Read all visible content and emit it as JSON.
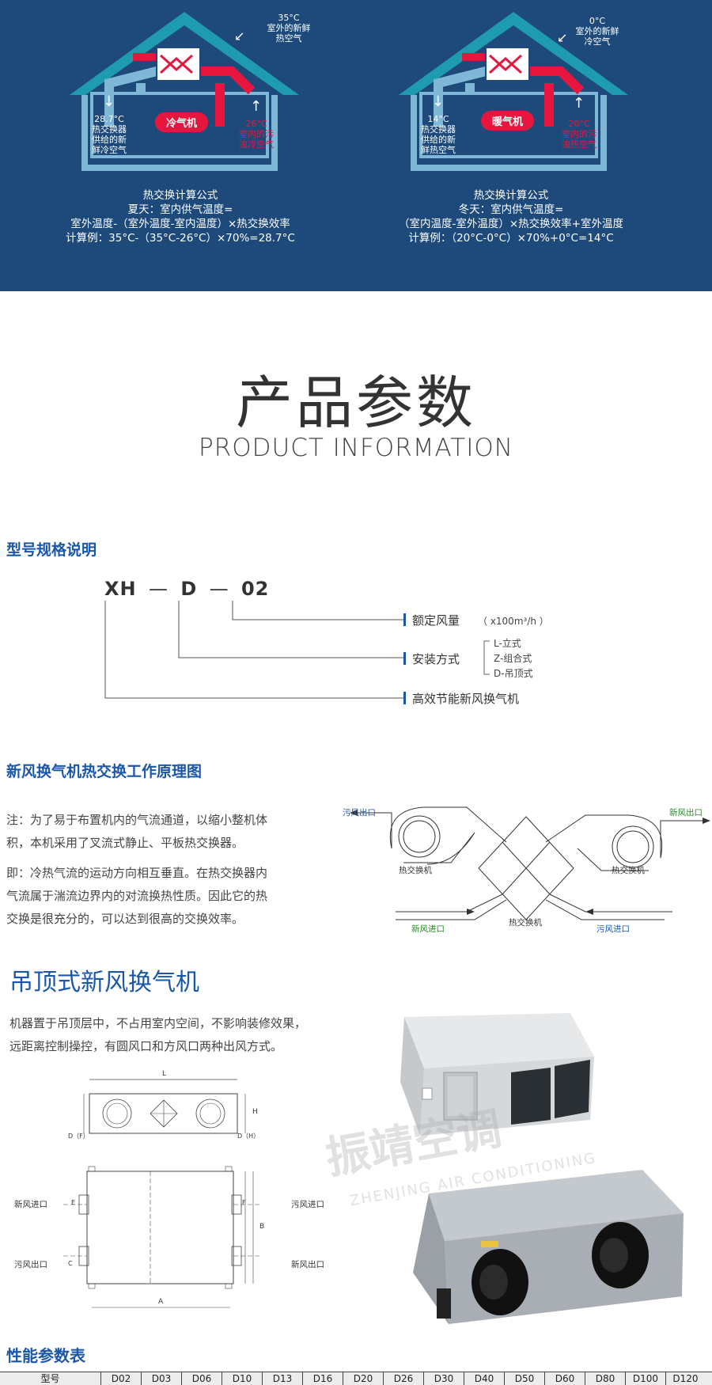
{
  "banner": {
    "summer": {
      "outdoor_label": [
        "35°C",
        "室外的新鲜",
        "热空气"
      ],
      "supply_label": [
        "28.7°C",
        "热交换器",
        "供给的新",
        "鲜冷空气"
      ],
      "mode_badge": "冷气机",
      "indoor_label": [
        "26°C",
        "室内的污",
        "浊冷空气"
      ],
      "formula": [
        "热交换计算公式",
        "夏天：室内供气温度=",
        "室外温度-（室外温度-室内温度）×热交换效率",
        "计算例：35°C-（35°C-26°C）×70%=28.7°C"
      ]
    },
    "winter": {
      "outdoor_label": [
        "0°C",
        "室外的新鲜",
        "冷空气"
      ],
      "supply_label": [
        "14°C",
        "热交换器",
        "供给的新",
        "鲜热空气"
      ],
      "mode_badge": "暖气机",
      "indoor_label": [
        "20°C",
        "室内的污",
        "浊热空气"
      ],
      "formula": [
        "热交换计算公式",
        "冬天：室内供气温度=",
        "（室内温度-室外温度）×热交换效率+室外温度",
        "计算例：（20°C-0°C）×70%+0°C=14°C"
      ]
    },
    "colors": {
      "background": "#1d4a7a",
      "roof": "#1f9bb0",
      "hot": "#e8163f",
      "cool": "#7fb8d6"
    }
  },
  "heading": {
    "cn": "产品参数",
    "en": "PRODUCT INFORMATION"
  },
  "model_spec": {
    "title": "型号规格说明",
    "code": {
      "part1": "XH",
      "dash1": "—",
      "part2": "D",
      "dash2": "—",
      "part3": "02"
    },
    "airflow_label": "额定风量",
    "airflow_unit": "（ x100m³/h ）",
    "install_label": "安装方式",
    "install_options": [
      "L-立式",
      "Z-组合式",
      "D-吊顶式"
    ],
    "product_label": "高效节能新风换气机"
  },
  "principle": {
    "title": "新风换气机热交换工作原理图",
    "paragraph1": [
      "注：为了易于布置机内的气流通道，以缩小整机体",
      "积，本机采用了叉流式静止、平板热交换器。"
    ],
    "paragraph2": [
      "即：冷热气流的运动方向相互垂直。在热交换器内",
      "气流属于湍流边界内的对流换热性质。因此它的热",
      "交换是很充分的，可以达到很高的交换效率。"
    ],
    "diagram": {
      "exhaust_out": "污风出口",
      "fresh_out": "新风出口",
      "fan_left": "热交换机",
      "fan_right": "热交换机",
      "exchanger": "热交换机",
      "fresh_in": "新风进口",
      "exhaust_in": "污风进口"
    }
  },
  "ceiling": {
    "title": "吊顶式新风换气机",
    "description": [
      "机器置于吊顶层中，不占用室内空间，不影响装修效果，",
      "远距离控制操控，有圆风口和方风口两种出风方式。"
    ],
    "drawing": {
      "dim_L": "L",
      "dim_H": "H",
      "dim_DF": "D（F）",
      "dim_DH": "D（H）",
      "dim_E": "E",
      "dim_F": "F",
      "dim_B": "B",
      "dim_A": "A",
      "dim_C": "C",
      "fresh_in": "新风进口",
      "exhaust_in": "污风进口",
      "exhaust_out": "污风出口",
      "fresh_out": "新风出口"
    },
    "watermark": {
      "cn": "振靖空调",
      "en": "ZHENJING AIR CONDITIONING"
    }
  },
  "performance": {
    "title": "性能参数表",
    "header": [
      "型号",
      "D02",
      "D03",
      "D06",
      "D10",
      "D13",
      "D16",
      "D20",
      "D26",
      "D30",
      "D40",
      "D50",
      "D60",
      "D80",
      "D100",
      "D120"
    ]
  }
}
